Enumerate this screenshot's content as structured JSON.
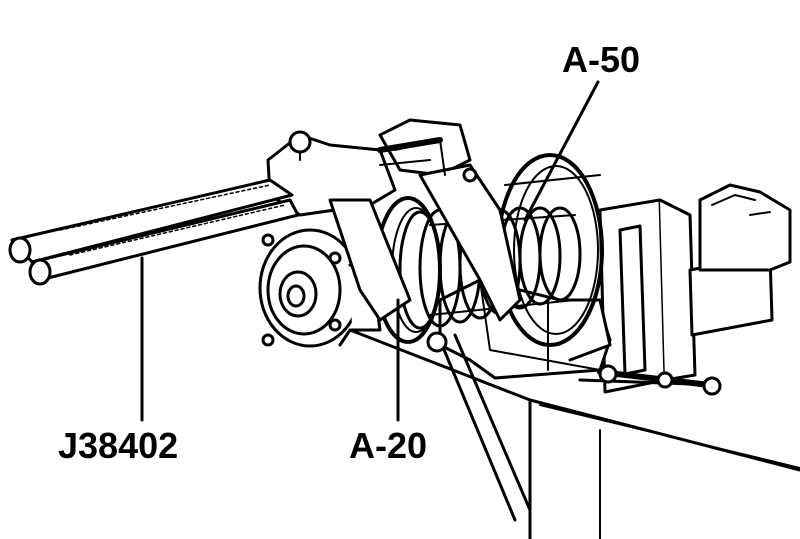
{
  "labels": {
    "spring_compressor": "J38402",
    "lower_adapter": "A-20",
    "upper_adapter": "A-50"
  },
  "colors": {
    "ink": "#000000",
    "paper": "#ffffff"
  }
}
